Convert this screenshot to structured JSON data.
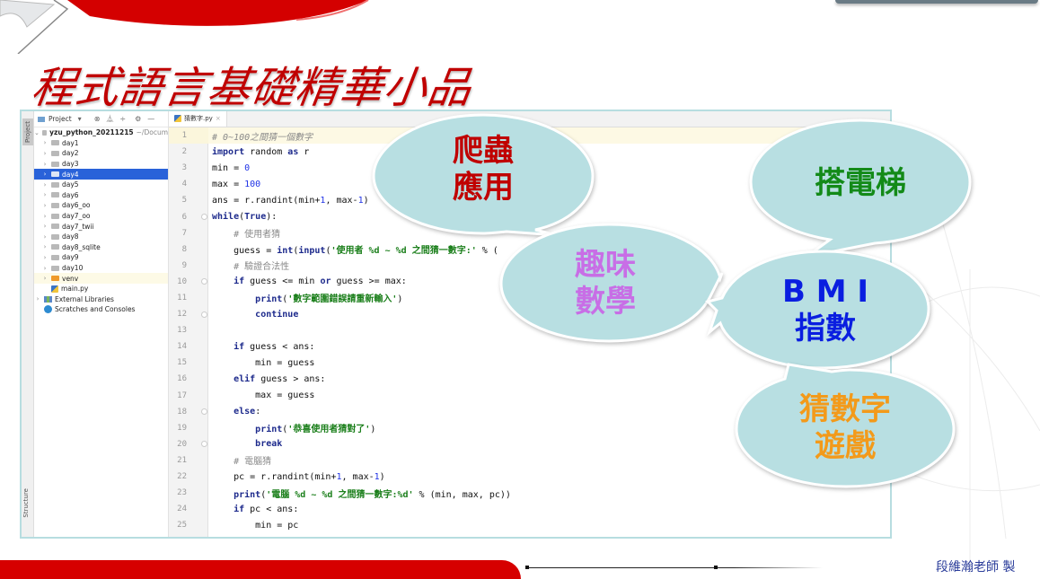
{
  "slide": {
    "title": "程式語言基礎精華小品",
    "author": "段維瀚老師 製"
  },
  "ide": {
    "tool_strip": {
      "project": "Project",
      "structure": "Structure"
    },
    "project_panel": {
      "header_label": "Project",
      "header_icons": [
        "target-icon",
        "expand-icon",
        "collapse-icon",
        "gear-icon",
        "minimize-icon"
      ],
      "root": {
        "name": "yzu_python_20211215",
        "path": "~/Docum"
      },
      "folders": [
        "day1",
        "day2",
        "day3",
        "day4",
        "day5",
        "day6",
        "day6_oo",
        "day7_oo",
        "day7_twii",
        "day8",
        "day8_sqlite",
        "day9",
        "day10",
        "venv"
      ],
      "selected": "day4",
      "files": [
        "main.py"
      ],
      "extras": [
        "External Libraries",
        "Scratches and Consoles"
      ]
    },
    "editor": {
      "tab": {
        "label": "猜數字.py"
      },
      "lines": [
        {
          "n": "1",
          "code": "# 0~100之間猜一個數字"
        },
        {
          "n": "2",
          "code": "import random as r"
        },
        {
          "n": "3",
          "code": "min = 0"
        },
        {
          "n": "4",
          "code": "max = 100"
        },
        {
          "n": "5",
          "code": "ans = r.randint(min+1, max-1)"
        },
        {
          "n": "6",
          "code": "while(True):"
        },
        {
          "n": "7",
          "code": "    # 使用者猜"
        },
        {
          "n": "8",
          "code": "    guess = int(input('使用者 %d ~ %d 之間猜一數字:' % ("
        },
        {
          "n": "9",
          "code": "    # 驗證合法性"
        },
        {
          "n": "10",
          "code": "    if guess <= min or guess >= max:"
        },
        {
          "n": "11",
          "code": "        print('數字範圍錯誤請重新輸入')"
        },
        {
          "n": "12",
          "code": "        continue"
        },
        {
          "n": "13",
          "code": ""
        },
        {
          "n": "14",
          "code": "    if guess < ans:"
        },
        {
          "n": "15",
          "code": "        min = guess"
        },
        {
          "n": "16",
          "code": "    elif guess > ans:"
        },
        {
          "n": "17",
          "code": "        max = guess"
        },
        {
          "n": "18",
          "code": "    else:"
        },
        {
          "n": "19",
          "code": "        print('恭喜使用者猜對了')"
        },
        {
          "n": "20",
          "code": "        break"
        },
        {
          "n": "21",
          "code": "    # 電腦猜"
        },
        {
          "n": "22",
          "code": "    pc = r.randint(min+1, max-1)"
        },
        {
          "n": "23",
          "code": "    print('電腦 %d ~ %d 之間猜一數字:%d' % (min, max, pc))"
        },
        {
          "n": "24",
          "code": "    if pc < ans:"
        },
        {
          "n": "25",
          "code": "        min = pc"
        }
      ]
    }
  },
  "bubbles": [
    {
      "id": "crawler",
      "lines": [
        "爬蟲",
        "應用"
      ],
      "color": "#c00000"
    },
    {
      "id": "elevator",
      "lines": [
        "搭電梯"
      ],
      "color": "#138a18"
    },
    {
      "id": "fun-math",
      "lines": [
        "趣味",
        "數學"
      ],
      "color": "#c86ee6"
    },
    {
      "id": "bmi",
      "lines": [
        "B M I",
        "指數"
      ],
      "color": "#0a1ee0"
    },
    {
      "id": "guess-game",
      "lines": [
        "猜數字",
        "遊戲"
      ],
      "color": "#f39a1a"
    }
  ],
  "colors": {
    "bubble_fill": "#b8dfe2",
    "title_red": "#c00000",
    "selection_blue": "#2962d9"
  }
}
